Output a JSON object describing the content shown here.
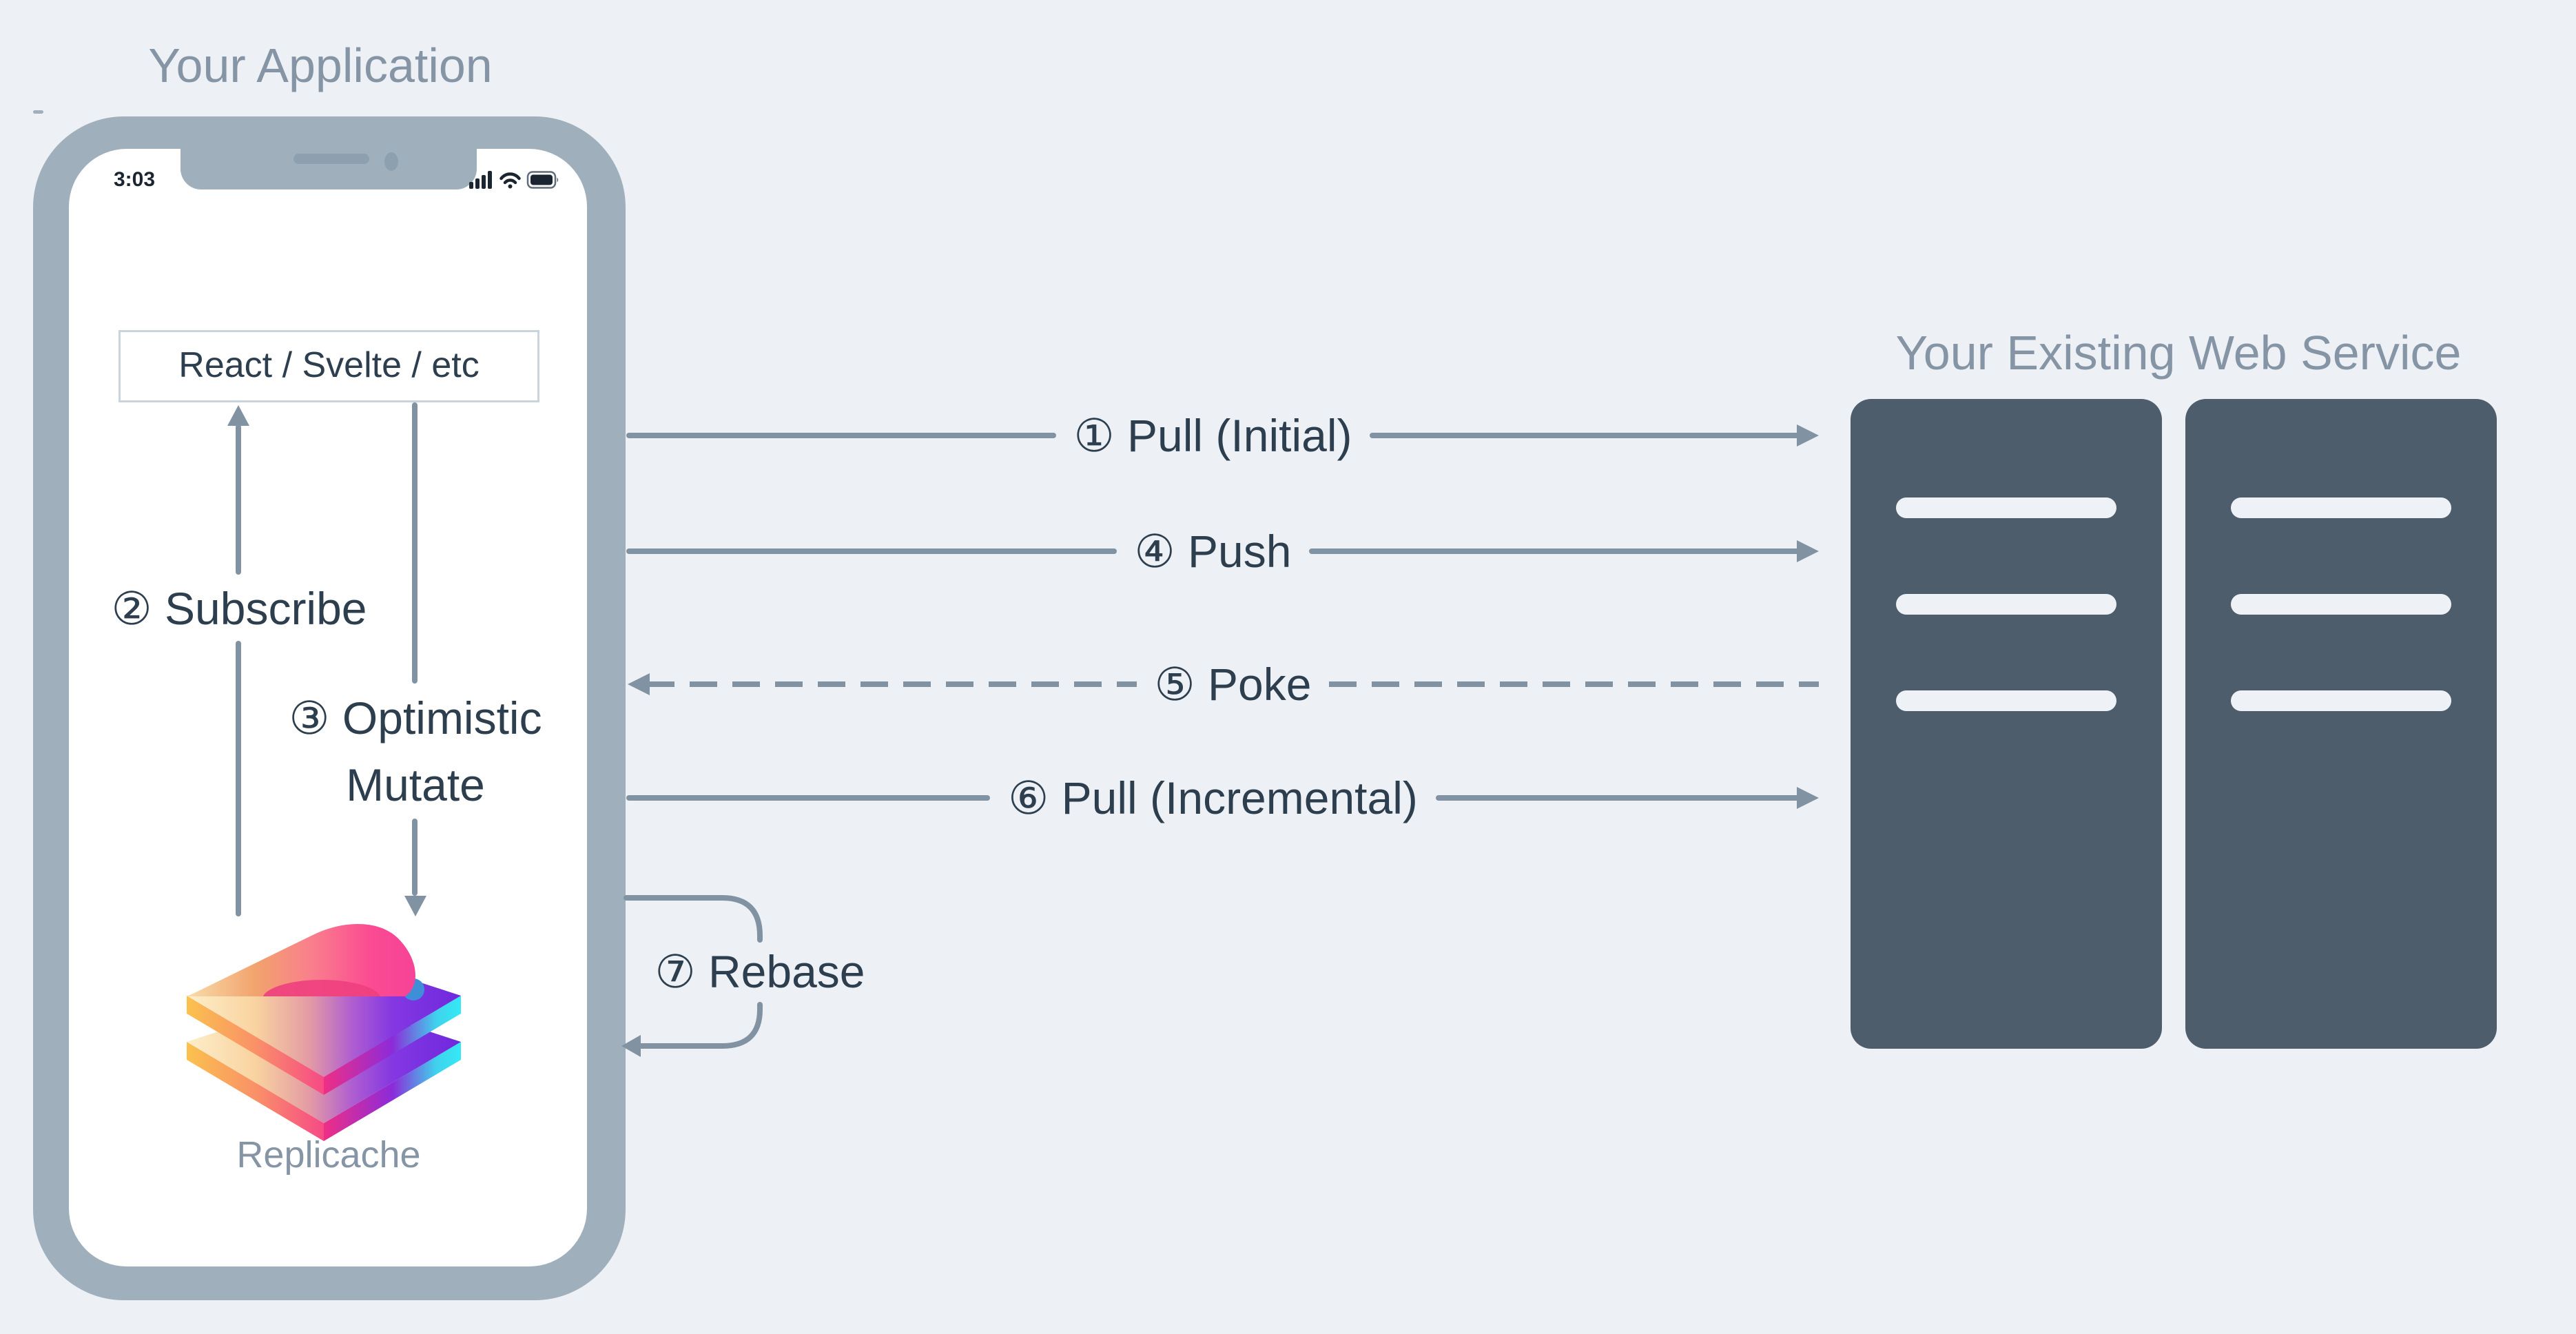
{
  "colors": {
    "background": "#edf1f5",
    "phone_frame": "#9fafbc",
    "ink": "#2d3e4e",
    "muted": "#8695a6",
    "line": "#8193a3",
    "rack": "#4d5d6c",
    "box_border": "#c9d4dd",
    "slot": "#eef2f6",
    "status_dark": "#1b2531",
    "logo_orange": "#f4a169",
    "logo_pink": "#fb3f97",
    "logo_purple": "#6f28dc",
    "logo_cyan": "#35e9f6"
  },
  "left_panel": {
    "title": "Your Application",
    "phone": {
      "status_time": "3:03",
      "framework_label": "React / Svelte / etc",
      "logo_caption": "Replicache"
    }
  },
  "right_panel": {
    "title": "Your Existing Web Service",
    "rack_count": 2,
    "slots_per_rack": 3
  },
  "flows": {
    "pull_initial": {
      "label": "① Pull (Initial)",
      "direction": "right",
      "style": "solid"
    },
    "push": {
      "label": "④ Push",
      "direction": "right",
      "style": "solid"
    },
    "poke": {
      "label": "⑤ Poke",
      "direction": "left",
      "style": "dashed"
    },
    "pull_incremental": {
      "label": "⑥ Pull (Incremental)",
      "direction": "right",
      "style": "solid"
    },
    "subscribe": {
      "label": "② Subscribe",
      "direction": "up",
      "style": "solid"
    },
    "optimistic_mutate": {
      "line1": "③ Optimistic",
      "line2": "Mutate",
      "direction": "down",
      "style": "solid"
    },
    "rebase": {
      "label": "⑦ Rebase",
      "direction": "loop-back",
      "style": "solid"
    }
  }
}
